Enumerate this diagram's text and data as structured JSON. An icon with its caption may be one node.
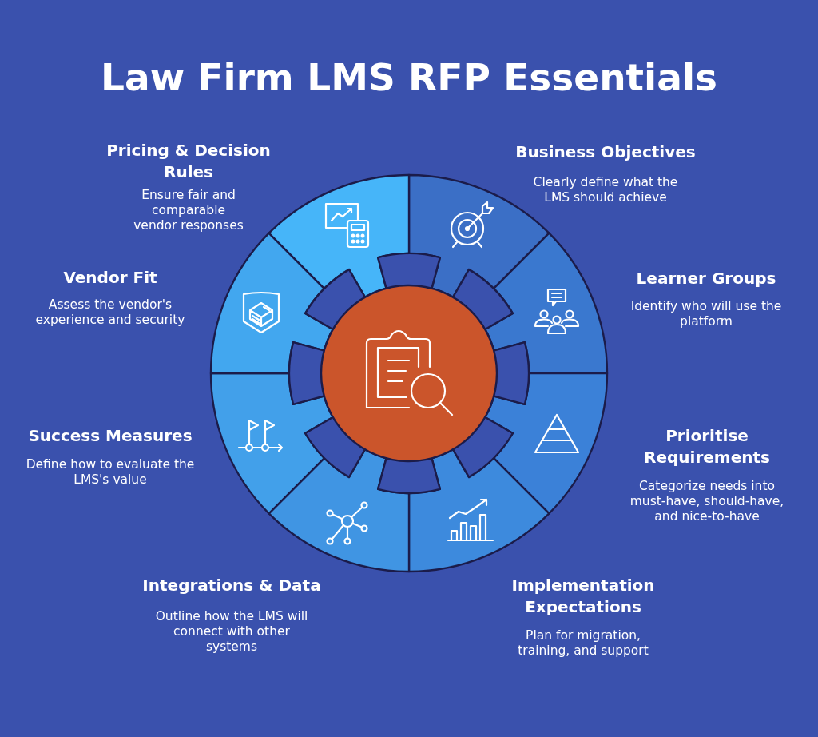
{
  "diagram": {
    "title": "Law Firm LMS RFP Essentials",
    "nodes": [
      {
        "text": [],
        "shape": "circle"
      },
      {
        "text": [
          "Business Objectives",
          "Clearly define what the LMS should achieve"
        ]
      },
      {
        "text": [
          "Learner Groups",
          "Identify who will use the platform"
        ]
      },
      {
        "text": [
          "Prioritise Requirements",
          "Categorize needs into must-have, should-have, and nice-to-have"
        ]
      },
      {
        "text": [
          "Implementation Expectations",
          "Plan for migration, training, and support"
        ]
      },
      {
        "text": [
          "Integrations & Data",
          "Outline how the LMS will connect with other systems"
        ]
      },
      {
        "text": [
          "Success Measures",
          "Define how to evaluate the LMS's value"
        ]
      },
      {
        "text": [
          "Vendor Fit",
          "Assess the vendor's experience and security"
        ]
      },
      {
        "text": [
          "Pricing & Decision Rules",
          "Ensure fair and comparable vendor responses"
        ]
      }
    ]
  }
}
